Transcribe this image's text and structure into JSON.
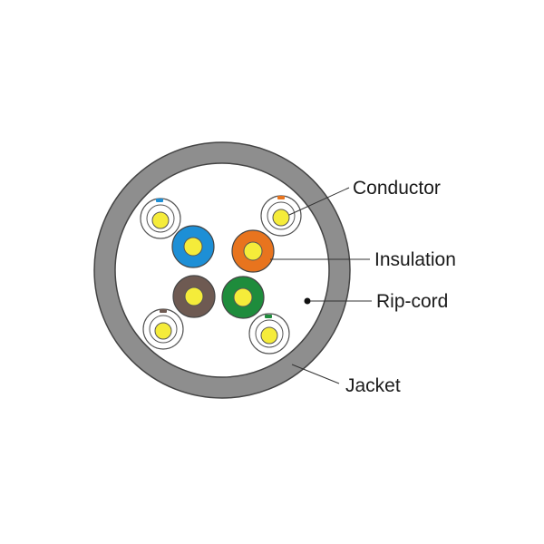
{
  "labels": {
    "conductor": "Conductor",
    "insulation": "Insulation",
    "ripcord": "Rip-cord",
    "jacket": "Jacket"
  },
  "colors": {
    "jacket": "#8e8e8e",
    "interior": "#ffffff",
    "outline": "#444444",
    "conductor": "#f5ec3a",
    "blue": "#1d8fd6",
    "orange": "#e8741e",
    "brown": "#6e5a52",
    "green": "#1e8c3c",
    "white": "#ffffff",
    "ripcord": "#111111"
  },
  "pairs": [
    {
      "solid": "blue",
      "striped": "white",
      "stripe": "blue"
    },
    {
      "solid": "orange",
      "striped": "white",
      "stripe": "orange"
    },
    {
      "solid": "brown",
      "striped": "white",
      "stripe": "brown"
    },
    {
      "solid": "green",
      "striped": "white",
      "stripe": "green"
    }
  ]
}
